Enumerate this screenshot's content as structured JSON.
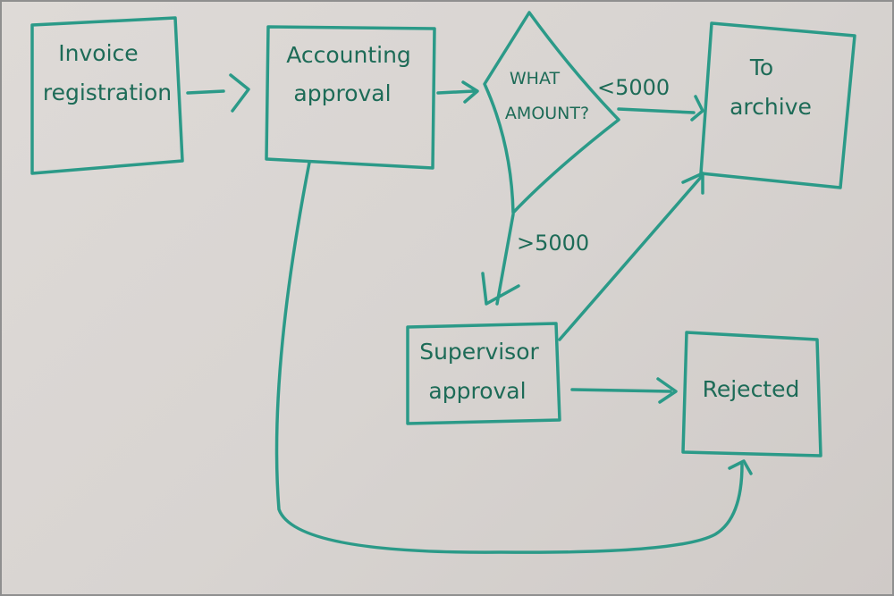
{
  "nodes": {
    "invoice": {
      "lines": [
        "Invoice",
        "registration"
      ]
    },
    "accounting": {
      "lines": [
        "Accounting",
        "approval"
      ]
    },
    "decision": {
      "lines": [
        "WHAT",
        "AMOUNT?"
      ]
    },
    "archive": {
      "lines": [
        "To",
        "archive"
      ]
    },
    "supervisor": {
      "lines": [
        "Supervisor",
        "approval"
      ]
    },
    "rejected": {
      "lines": [
        "Rejected"
      ]
    }
  },
  "edges": {
    "less": "<5000",
    "greater": ">5000"
  },
  "colors": {
    "marker": "#2b9a88",
    "text": "#1d6b57",
    "paper": "#d9d5d2"
  }
}
